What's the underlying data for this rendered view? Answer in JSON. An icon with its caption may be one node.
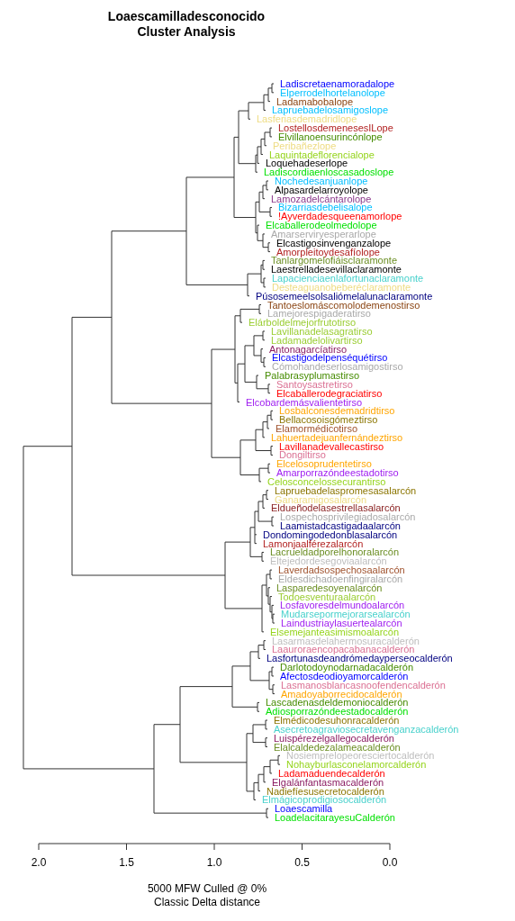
{
  "diagram": {
    "title": "Loaescamilladesconocido Cluster Analysis",
    "caption": "5000 MFW Culled @ 0% Classic Delta distance",
    "labels": [
      "Ladiscretaenamoradalope",
      "Elperrodelhortelanolope",
      "Ladamabobalope",
      "Lapruebadelosamigoslope",
      "Lasferiasdemadridlope",
      "LostellosdemenesesILope",
      "Elvillanoensurincónlope",
      "Peribañezlope",
      "Laquintadeflorencialope",
      "Loquehadeserlope",
      "Ladiscordiaenloscasadoslope",
      "Nochedesanjuanlope",
      "Alpasardelarroyolope",
      "Lamozadelcántarolope",
      "Bizarriasdebelisalope",
      "!Ayverdadesqueenamorlope",
      "Elcaballerodeolmedolope",
      "Amarserviryesperarlope",
      "Elcastigosinvenganzalope",
      "Amorpleitoydesafíolope",
      "Tanlargomelofiáisclaramonte",
      "Laestrelladesevillaclaramonte",
      "Lapacienciaenlafortunaclaramonte",
      "Desteaguanobeberéclaramonte",
      "Púsosemeelsolsaliómelalunaclaramonte",
      "Tantoeslomáscomolodemenostirso",
      "Lamejorespigaderatirso",
      "Elárboldelmejorfrutotirso",
      "Lavillanadelasagratirso",
      "Ladamadelolivartirso",
      "Antonagarcíatirso",
      "Elcastigodelpenséquétirso",
      "Cómohandeserlosamigostirso",
      "Palabrasyplumastirso",
      "Santoysastretirso",
      "Elcaballerodegraciatirso",
      "Elcobardemásvalientetirso",
      "Losbalconesdemadridtirso",
      "Bellacosoisgómeztirso",
      "Elamormédicotirso",
      "Lahuertadejuanfernándeztirso",
      "Lavillanadevallecastirso",
      "Dongiltirso",
      "Elcelosoprudentetirso",
      "Amarporrazóndeestadotirso",
      "Celosconcelossecurantirso",
      "Lapruebadelaspromesasalarcón",
      "Ganaramigosalarcón",
      "Eldueñodelasestrellasalarcón",
      "Lospechosprivilegiadosalarcón",
      "Laamistadcastigadaalarcón",
      "Dondomingodedonblasalarcón",
      "Lamonjaalférezalarcón",
      "Lacrueldadporelhonoralarcón",
      "Eltejedordesegoviaalarcón",
      "Laverdadsospechosaalarcón",
      "Eldesdichadoenfingiralarcón",
      "Lasparedesoyenalarcón",
      "Todoesventuraalarcón",
      "Losfavoresdelmundoalarcón",
      "Mudarsepormejorarsealarcón",
      "Laindustriaylasuertealarcón",
      "Elsemejanteasimismoalarcón",
      "Lasarmasdelahermosuracalderón",
      "Laauroraencopacabanacalderón",
      "Lasfortunasdeandrómedayperseocalderón",
      "Darlotodoynodarnadacalderón",
      "Afectosdeodioyamorcalderón",
      "Lasmanosblancasnoofendencalderón",
      "Amadoyaborrecidocalderón",
      "Lascadenasdeldemoniocalderón",
      "Adiosporrazóndeestadocalderón",
      "Elmédicodesuhonracalderón",
      "Asecretoagraviosecretavenganzacalderón",
      "Luispérezelgallegocalderón",
      "Elalcaldedezalameacalderón",
      "Nosiemprelopeoresciertocalderón",
      "Nohayburlasconelamorcalderón",
      "Ladamaduendecalderón",
      "Elgalánfantasmacalderón",
      "Nadiefíesusecretocalderón",
      "Elmágicoprodigiosocalderón",
      "Loaescamilla",
      "LoadelacitarayesuCalderón",
      "2.0",
      "1.5",
      "1.0",
      "0.5",
      "0.0"
    ]
  }
}
